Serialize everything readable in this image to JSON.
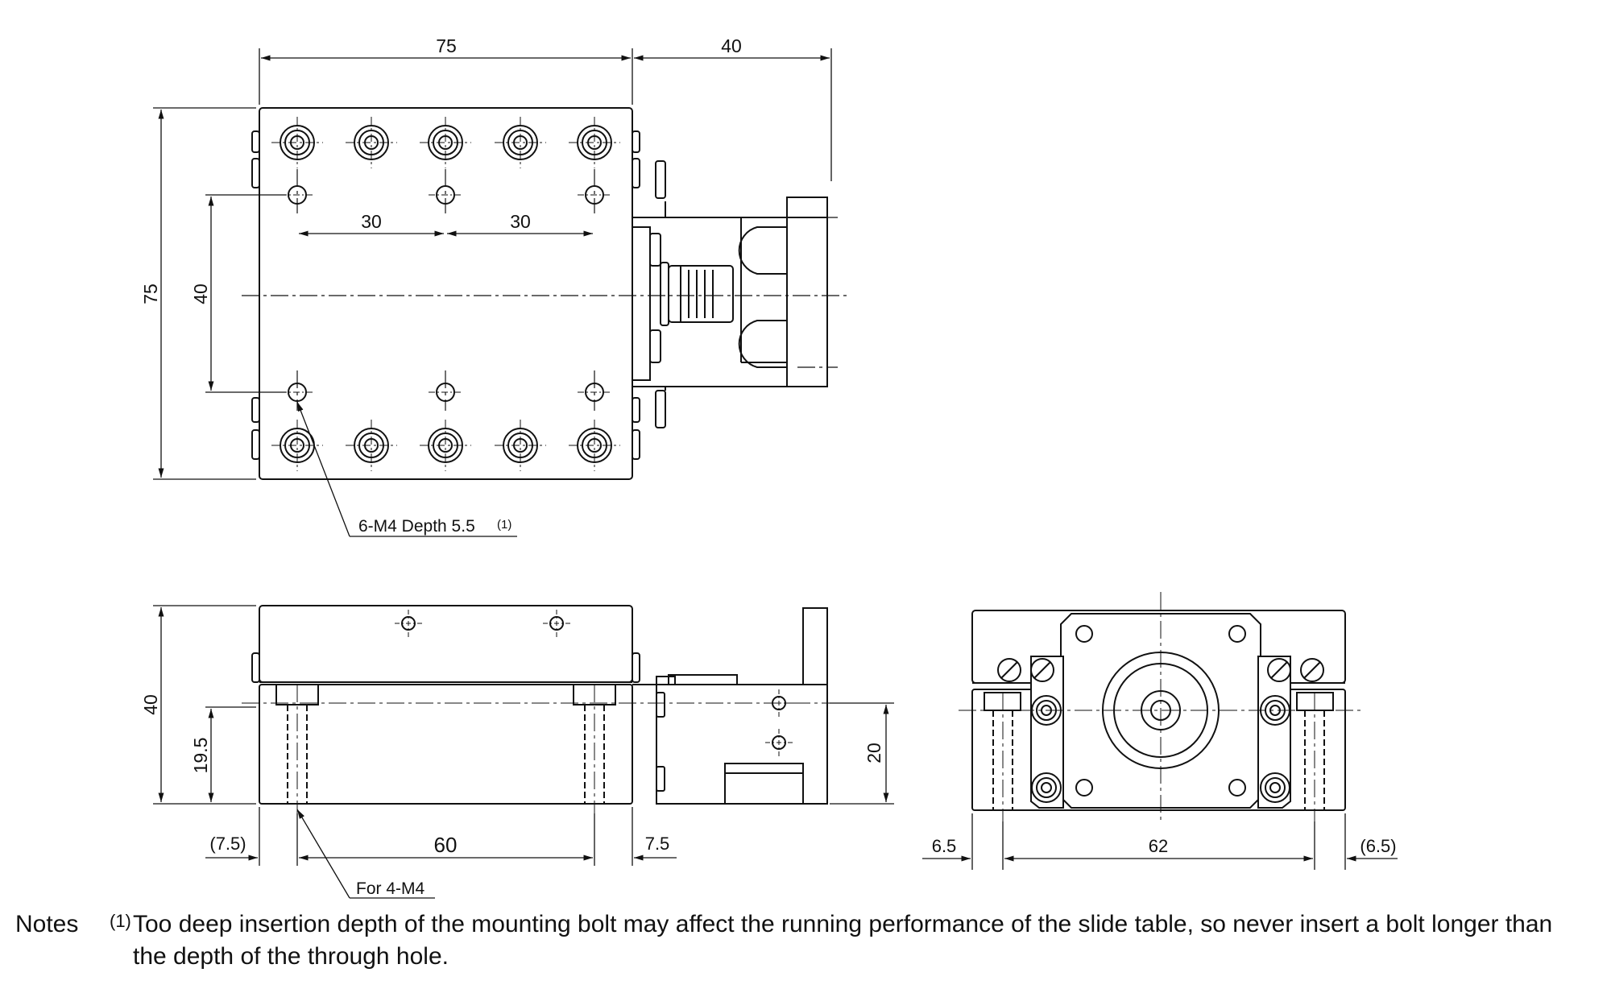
{
  "top_view": {
    "dim_width": "75",
    "dim_motor_length": "40",
    "dim_height": "75",
    "dim_hole_pitch_y": "40",
    "dim_hole_pitch_x1": "30",
    "dim_hole_pitch_x2": "30",
    "callout_tapped_holes": "6-M4 Depth 5.5",
    "callout_ref": "(1)"
  },
  "front_view": {
    "dim_height": "40",
    "dim_hole_height": "19.5",
    "dim_motor_axis": "20",
    "dim_left_offset": "(7.5)",
    "dim_hole_pitch": "60",
    "dim_right_offset": "7.5",
    "callout_mount": "For 4-M4"
  },
  "side_view": {
    "dim_left": "6.5",
    "dim_pitch": "62",
    "dim_right": "(6.5)"
  },
  "notes": {
    "label": "Notes",
    "marker": "(1)",
    "text": "Too deep insertion depth of the mounting bolt may affect the running performance of the slide table, so never insert a bolt longer than the depth of the through hole."
  }
}
